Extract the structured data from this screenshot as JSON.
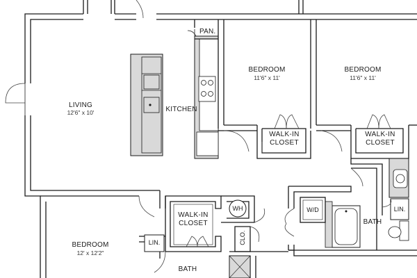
{
  "rooms": {
    "living": {
      "name": "LIVING",
      "dim": "12'6\" x 10'"
    },
    "kitchen": {
      "name": "KITCHEN"
    },
    "pantry": {
      "name": "PAN."
    },
    "bedroom1": {
      "name": "BEDROOM",
      "dim": "11'6\" x 11'"
    },
    "bedroom2": {
      "name": "BEDROOM",
      "dim": "11'6\" x 11'"
    },
    "bedroom3": {
      "name": "BEDROOM",
      "dim": "12' x 12'2\""
    },
    "walkin1": {
      "line1": "WALK-IN",
      "line2": "CLOSET"
    },
    "walkin2": {
      "line1": "WALK-IN",
      "line2": "CLOSET"
    },
    "walkin3": {
      "line1": "WALK-IN",
      "line2": "CLOSET"
    },
    "wh": {
      "name": "WH"
    },
    "clo": {
      "name": "CLO."
    },
    "lin1": {
      "name": "LIN."
    },
    "lin2": {
      "name": "LIN."
    },
    "wd": {
      "name": "W/D"
    },
    "bath1": {
      "name": "BATH"
    },
    "bath2": {
      "name": "BATH"
    }
  },
  "colors": {
    "wall": "#1a1a1a",
    "fixture": "#d9d9d9",
    "line": "#444444"
  }
}
